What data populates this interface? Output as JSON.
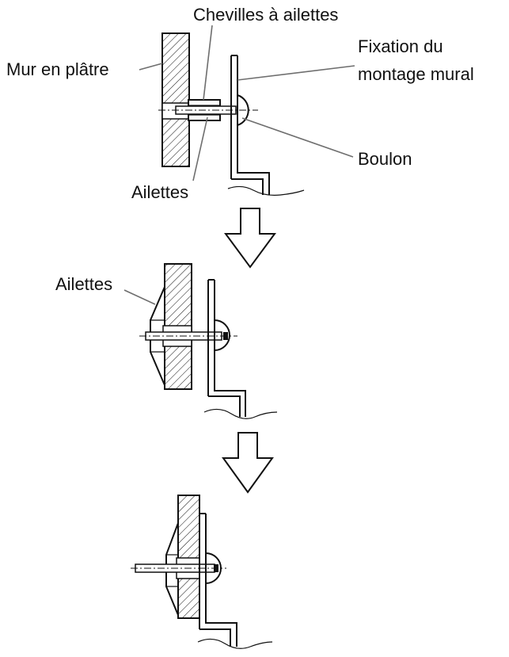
{
  "labels": {
    "plaster_wall": "Mur en plâtre",
    "wing_anchors": "Chevilles à ailettes",
    "mount_fixture_line1": "Fixation du",
    "mount_fixture_line2": "montage mural",
    "bolt": "Boulon",
    "wings_step1": "Ailettes",
    "wings_step2": "Ailettes"
  },
  "colors": {
    "stroke": "#111111",
    "leader": "#6e6e6e",
    "background": "#ffffff"
  },
  "steps": 3
}
